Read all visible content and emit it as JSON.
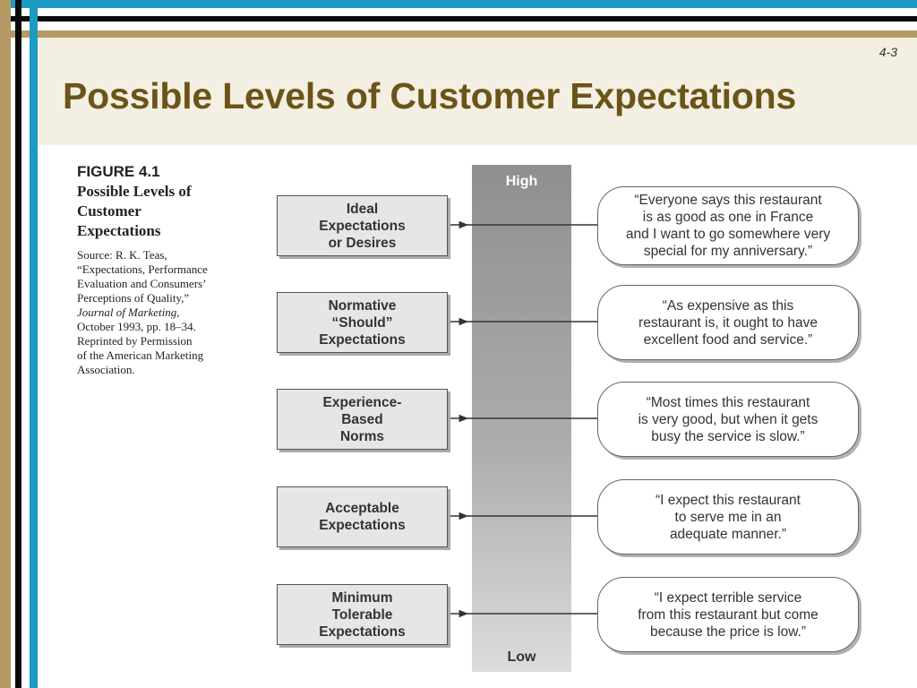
{
  "slide": {
    "number": "4-3",
    "title": "Possible Levels of Customer Expectations"
  },
  "figure": {
    "label": "FIGURE 4.1",
    "title_lines": [
      "Possible Levels of",
      "Customer",
      "Expectations"
    ],
    "source_lines": [
      "Source: R. K. Teas,",
      "“Expectations, Performance",
      "Evaluation and Consumers’",
      "Perceptions of Quality,”",
      "Journal of Marketing,",
      "October 1993, pp. 18–34.",
      "Reprinted by Permission",
      "of the American Marketing",
      "Association."
    ]
  },
  "scale": {
    "high_label": "High",
    "low_label": "Low"
  },
  "levels": [
    {
      "name_lines": [
        "Ideal",
        "Expectations",
        "or Desires"
      ],
      "quote_lines": [
        "“Everyone says this restaurant",
        "is as good as one in France",
        "and I want to go somewhere very",
        "special for my anniversary.”"
      ]
    },
    {
      "name_lines": [
        "Normative",
        "“Should”",
        "Expectations"
      ],
      "quote_lines": [
        "“As expensive as this",
        "restaurant is, it ought to have",
        "excellent food and service.”"
      ]
    },
    {
      "name_lines": [
        "Experience-",
        "Based",
        "Norms"
      ],
      "quote_lines": [
        "“Most times this restaurant",
        "is very good, but when it gets",
        "busy the service is slow.”"
      ]
    },
    {
      "name_lines": [
        "Acceptable",
        "Expectations"
      ],
      "quote_lines": [
        "“I expect this restaurant",
        "to serve me in an",
        "adequate manner.”"
      ]
    },
    {
      "name_lines": [
        "Minimum",
        "Tolerable",
        "Expectations"
      ],
      "quote_lines": [
        "“I expect terrible service",
        "from this restaurant but come",
        "because the price is low.”"
      ]
    }
  ],
  "colors": {
    "title": "#6b5418",
    "frame_blue": "#1c9bc4",
    "frame_tan": "#b59a63",
    "header_panel": "#f4efe3"
  }
}
